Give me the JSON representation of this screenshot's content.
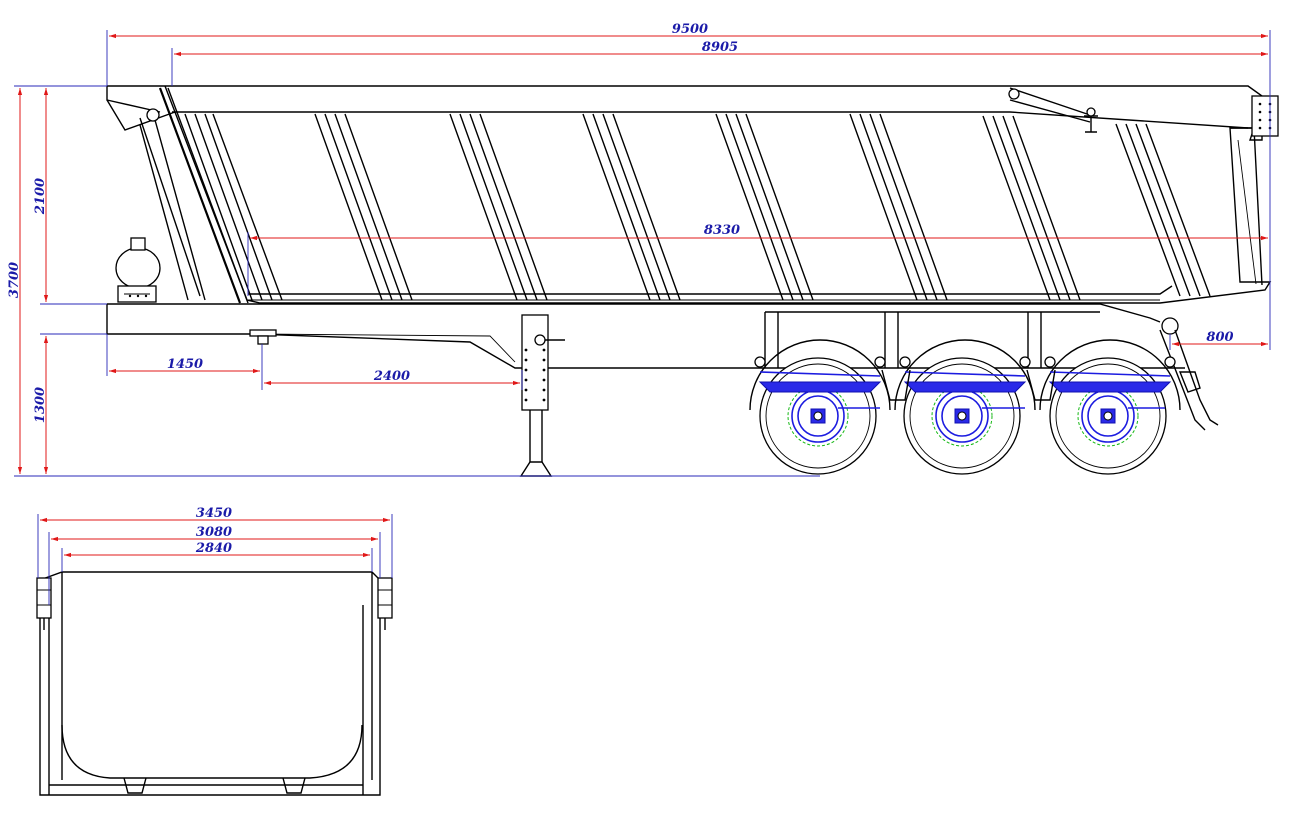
{
  "drawing": {
    "side_view": {
      "dimensions": {
        "overall_length": "9500",
        "body_length": "8905",
        "inner_length": "8330",
        "rear_overhang": "800",
        "overall_height": "3700",
        "body_height": "2100",
        "chassis_height": "1300",
        "kingpin_offset": "1450",
        "landing_gear_offset": "2400"
      }
    },
    "rear_view": {
      "dimensions": {
        "overall_width": "3450",
        "body_width": "3080",
        "inner_width": "2840"
      }
    }
  }
}
